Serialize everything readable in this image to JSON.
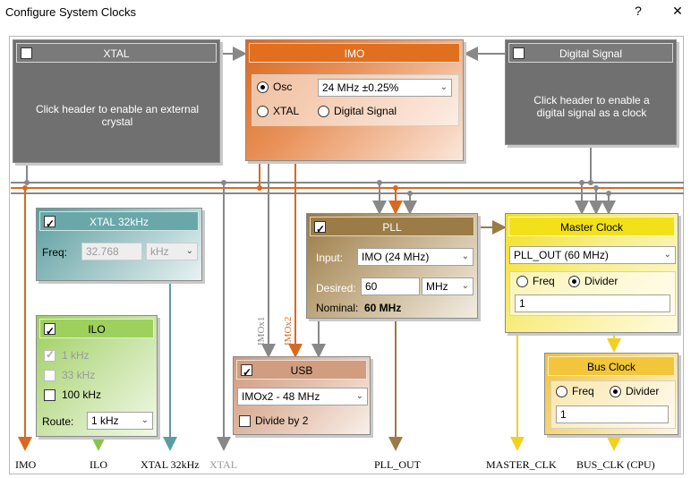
{
  "window": {
    "title": "Configure System Clocks",
    "help": "?",
    "close": "✕"
  },
  "xtal": {
    "header": "XTAL",
    "enabled": false,
    "hint": "Click header to enable an external crystal"
  },
  "imo": {
    "header": "IMO",
    "sources": [
      {
        "label": "Osc",
        "selected": true
      },
      {
        "label": "XTAL",
        "selected": false
      },
      {
        "label": "Digital Signal",
        "selected": false
      }
    ],
    "freq_value": "24 MHz  ±0.25%"
  },
  "digital_signal": {
    "header": "Digital Signal",
    "enabled": false,
    "hint": "Click header to enable a digital signal as a clock"
  },
  "xtal32": {
    "header": "XTAL 32kHz",
    "enabled": true,
    "freq_label": "Freq:",
    "freq_value": "32.768",
    "unit": "kHz"
  },
  "ilo": {
    "header": "ILO",
    "enabled": true,
    "options": [
      {
        "label": "1 kHz",
        "checked": true,
        "disabled": true
      },
      {
        "label": "33 kHz",
        "checked": false,
        "disabled": true
      },
      {
        "label": "100 kHz",
        "checked": false,
        "disabled": false
      }
    ],
    "route_label": "Route:",
    "route_value": "1 kHz"
  },
  "pll": {
    "header": "PLL",
    "enabled": true,
    "input_label": "Input:",
    "input_value": "IMO (24 MHz)",
    "desired_label": "Desired:",
    "desired_value": "60",
    "desired_unit": "MHz",
    "nominal_label": "Nominal:",
    "nominal_value": "60 MHz"
  },
  "master_clock": {
    "header": "Master Clock",
    "source_value": "PLL_OUT (60 MHz)",
    "mode_freq": "Freq",
    "mode_divider": "Divider",
    "selected_mode": "Divider",
    "value": "1"
  },
  "usb": {
    "header": "USB",
    "enabled": true,
    "source_value": "IMOx2 - 48 MHz",
    "divide_label": "Divide by 2",
    "divide_checked": false
  },
  "bus_clock": {
    "header": "Bus Clock",
    "mode_freq": "Freq",
    "mode_divider": "Divider",
    "selected_mode": "Divider",
    "value": "1"
  },
  "wire_labels": {
    "imox1": "IMOx1",
    "imox2": "IMOx2"
  },
  "outputs": [
    "IMO",
    "ILO",
    "XTAL 32kHz",
    "XTAL",
    "PLL_OUT",
    "MASTER_CLK",
    "BUS_CLK (CPU)"
  ],
  "colors": {
    "gray_panel": "#6e6e6e",
    "imo_orange": "#d86a20",
    "teal": "#5c9ea0",
    "green": "#9dcf5e",
    "pll_brown": "#9a7a45",
    "master_yellow": "#f2e020",
    "usb_tan": "#cf9a7c",
    "bus_gold": "#f1c232"
  }
}
